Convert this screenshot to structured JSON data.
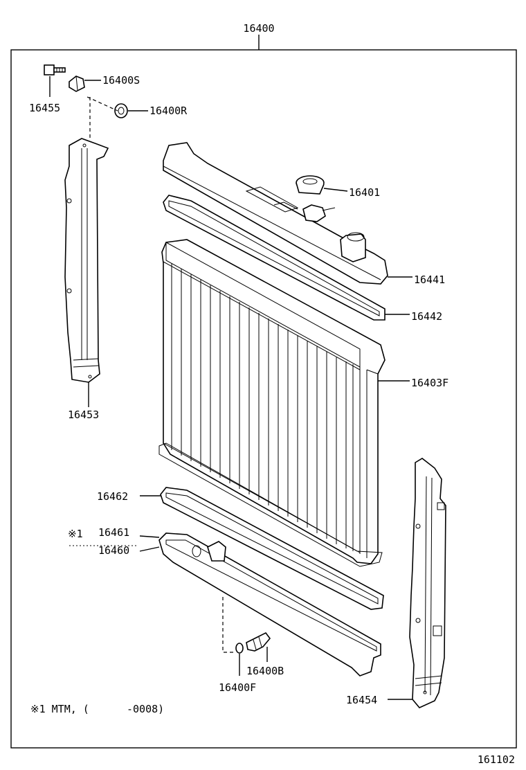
{
  "assembly": {
    "number": "16400"
  },
  "figure_code": "161102",
  "parts": {
    "p16400S": "16400S",
    "p16455": "16455",
    "p16400R": "16400R",
    "p16401": "16401",
    "p16441": "16441",
    "p16442": "16442",
    "p16403F": "16403F",
    "p16453": "16453",
    "p16462": "16462",
    "p16461": "16461",
    "p16460": "16460",
    "p16400B": "16400B",
    "p16400F": "16400F",
    "p16454": "16454"
  },
  "note_marker": "※1",
  "footnote": "※1 MTM, (      -0008)"
}
